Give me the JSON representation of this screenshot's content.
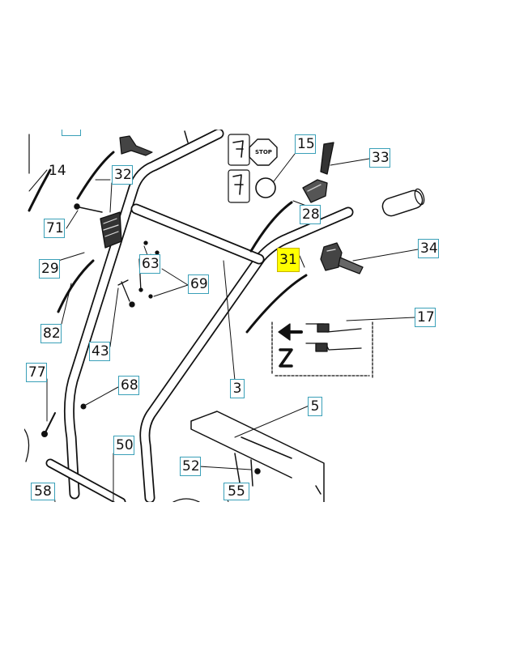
{
  "diagram": {
    "callouts": [
      {
        "id": "14",
        "highlighted": false
      },
      {
        "id": "32",
        "highlighted": false
      },
      {
        "id": "15",
        "highlighted": false
      },
      {
        "id": "33",
        "highlighted": false
      },
      {
        "id": "71",
        "highlighted": false
      },
      {
        "id": "28",
        "highlighted": false
      },
      {
        "id": "34",
        "highlighted": false
      },
      {
        "id": "31",
        "highlighted": true
      },
      {
        "id": "29",
        "highlighted": false
      },
      {
        "id": "63",
        "highlighted": false
      },
      {
        "id": "69",
        "highlighted": false
      },
      {
        "id": "17",
        "highlighted": false
      },
      {
        "id": "82",
        "highlighted": false
      },
      {
        "id": "43",
        "highlighted": false
      },
      {
        "id": "77",
        "highlighted": false
      },
      {
        "id": "68",
        "highlighted": false
      },
      {
        "id": "3",
        "highlighted": false
      },
      {
        "id": "5",
        "highlighted": false
      },
      {
        "id": "50",
        "highlighted": false
      },
      {
        "id": "52",
        "highlighted": false
      },
      {
        "id": "55",
        "highlighted": false
      },
      {
        "id": "58",
        "highlighted": false
      }
    ],
    "stop_sign_text": "STOP",
    "colors": {
      "callout_border": "#3aa0b8",
      "highlight": "#ffff00",
      "line_art": "#111111"
    }
  }
}
